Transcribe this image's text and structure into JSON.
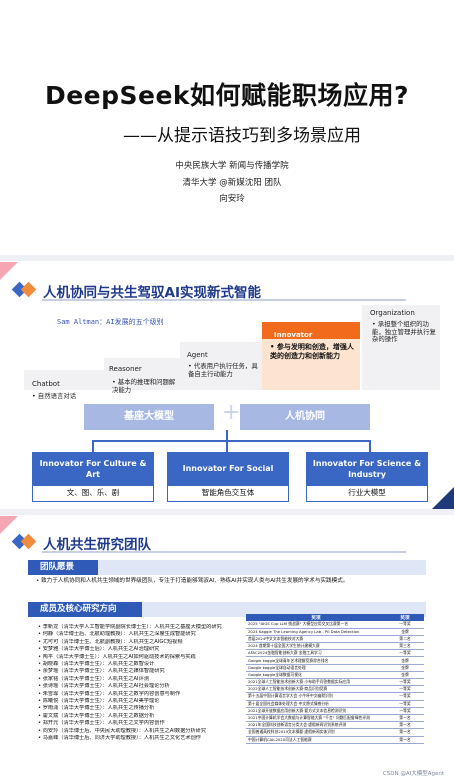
{
  "cover": {
    "title": "DeepSeek如何赋能职场应用?",
    "subtitle": "——从提示语技巧到多场景应用",
    "org_lines": [
      "中央民族大学 新闻与传播学院",
      "清华大学 @新媒沈阳 团队",
      "向安玲"
    ]
  },
  "slide2": {
    "heading": "人机协同与共生驾驭AI实现新式智能",
    "subheading": "Sam Altman：AI发展的五个级别",
    "levels": [
      {
        "label": "Chatbot",
        "item": "• 自然语言对话"
      },
      {
        "label": "Reasoner",
        "item": "• 基本的推理和问题解决能力"
      },
      {
        "label": "Agent",
        "item": "• 代表用户执行任务，具备自主行动能力"
      },
      {
        "label": "Innovator",
        "item": "• 参与发明和创造，增强人类的创造力和创新能力"
      },
      {
        "label": "Organization",
        "item": "• 承担整个组织的功能，独立管理并执行复杂的操作"
      }
    ],
    "base_left": "基座大模型",
    "base_right": "人机协同",
    "leaves": [
      {
        "title": "Innovator For Culture & Art",
        "sub": "文、图、乐、剧"
      },
      {
        "title": "Innovator For Social",
        "sub": "智能角色交互体"
      },
      {
        "title": "Innovator For Science & Industry",
        "sub": "行业大模型"
      }
    ]
  },
  "slide3": {
    "heading": "人机共生研究团队",
    "band1": "团队愿景",
    "intro": "• 致力于人机协同和人机共生领域的世界级团队，专注于打造能够驾驭AI、熟练AI并实现人类与AI共生发展的学术与实践模式。",
    "band2": "成员及核心研究方向",
    "members": [
      {
        "name": "李新龙",
        "desc": "（清华大学人工智能学院副院长博士生）：人机共生之基座大模型的研究"
      },
      {
        "name": "何静",
        "desc": "（清华博士后、北航助理教授）：人机共生之深度生成智能研究"
      },
      {
        "name": "尤可可",
        "desc": "（清华博士生、北航副教授）：人机共生之AIGC短视频"
      },
      {
        "name": "安梦雅",
        "desc": "（清华大学博士后）：人机共生之AI治理研究"
      },
      {
        "name": "陶平",
        "desc": "（清华大学博士生）：人机共生之AI如何驱动技术的探索与实践"
      },
      {
        "name": "胡晓森",
        "desc": "（清华大学博士生）：人机共生之数智设计"
      },
      {
        "name": "余梦瑶",
        "desc": "（清华大学博士生）：人机共生之媒体智能研究"
      },
      {
        "name": "张家铭",
        "desc": "（清华大学博士生）：人机共生之AI评测"
      },
      {
        "name": "张诗瑶",
        "desc": "（清华大学博士生）：人机共生之AI社会理论分析"
      },
      {
        "name": "朱雪霏",
        "desc": "（清华大学博士生）：人机共生之数字内容创意与制作"
      },
      {
        "name": "陈曦悦",
        "desc": "（清华大学博士生）：人机共生之AI美学理论"
      },
      {
        "name": "罗雨潇",
        "desc": "（清华大学博士生）：人机共生之传播分析"
      },
      {
        "name": "霍文斌",
        "desc": "（清华大学博士生）：人机共生之数据分析"
      },
      {
        "name": "郑开元",
        "desc": "（清华大学博士生）：人机共生之文学内容创作"
      },
      {
        "name": "向安玲",
        "desc": "（清华博士后、中央民大助理教授）：人机共生之AI数据分析研究"
      },
      {
        "name": "马嘉峰",
        "desc": "（清华博士后、同济大学助理教授）：人机共生之文化艺术创作"
      }
    ],
    "awards_header": [
      "奖项",
      "奖项"
    ],
    "awards": [
      [
        "2025 \"AIGS Cup LLM 挑战赛\" 大模型应用交叉比赛第一名",
        "一等奖"
      ],
      [
        "2024 Kaggle The Learning Agency Lab - PII Data Detection",
        "金牌"
      ],
      [
        "首届2024中文文本智能校对大赛",
        "第二名"
      ],
      [
        "2024 首期第十届全国大学生统计建模大赛",
        "第三名"
      ],
      [
        "AFAC2024金融智能创新大赛 金融工具学习",
        "一等奖"
      ],
      [
        "Google kaggle全球青年艺术理解竞赛综合排名",
        "金牌"
      ],
      [
        "Google kaggle全球自动语言处理",
        "金牌"
      ],
      [
        "Google kaggle全球数据可视化",
        "金牌"
      ],
      [
        "2021全球人工智能技术创新大赛·小布助手问答数据实际应用",
        "一等奖"
      ],
      [
        "2022全球人工智能技术创新大赛·商品识别竞赛",
        "一等奖"
      ],
      [
        "第十五届中国计算语言学大会·小牛杯中文幽默识别",
        "一等奖"
      ],
      [
        "第十届全国社会媒体处理大会·中文隐式情感分析",
        "一等奖"
      ],
      [
        "2021全球开放数据应用创新大赛·要方式文本信息检测识别",
        "一等奖"
      ],
      [
        "2021中国计算机学会大数据与计算智能大赛 \"千言\" 问题匹配鲁棒性评测",
        "第一名"
      ],
      [
        "2021年全国科技创新语言分类大会·虚假新闻识别系统评测",
        "第一名"
      ],
      [
        "全国普通高校科技2019文本摘要·虚假新闻实体识别",
        "第一名"
      ],
      [
        "中国计算机CAIL2020司法人工智能赛",
        "第一名"
      ]
    ],
    "watermark": "CSDN @AI大模型Agent"
  },
  "colors": {
    "accent_blue": "#2f5ab8",
    "accent_orange": "#f26a1b",
    "corner_pink": "#f4a7b3",
    "navy": "#1f3a7a"
  }
}
